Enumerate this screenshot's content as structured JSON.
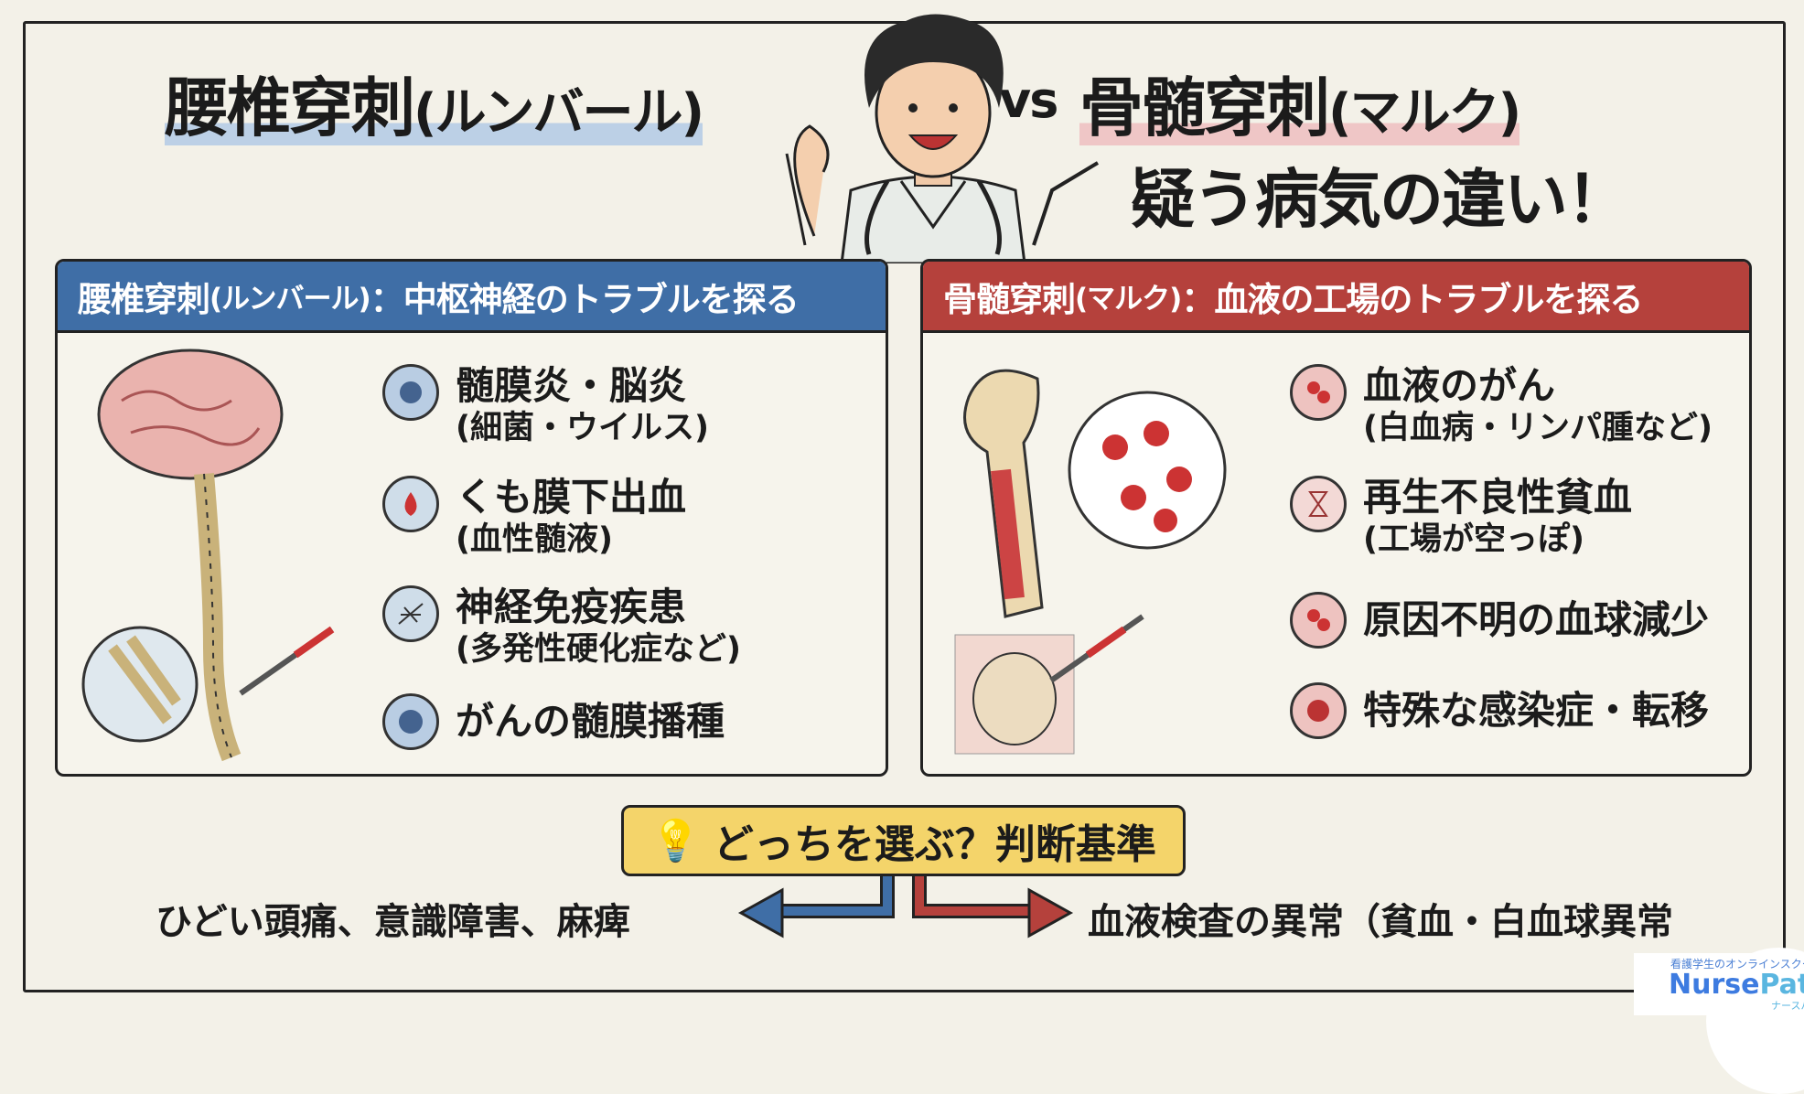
{
  "title": {
    "left": "腰椎穿刺",
    "left_paren": "(ルンバール)",
    "vs": "vs",
    "right": "骨髄穿刺",
    "right_paren": "(マルク)",
    "subtitle": "疑う病気の違い！"
  },
  "left_panel": {
    "header_main": "腰椎穿刺",
    "header_paren": "(ルンバール)",
    "header_rest": "：中枢神経のトラブルを探る",
    "color": "#3f6ea6",
    "items": [
      {
        "icon": "bacteria-icon",
        "main": "髄膜炎・脳炎",
        "sub": "(細菌・ウイルス)"
      },
      {
        "icon": "blood-drop-icon",
        "main": "くも膜下出血",
        "sub": "(血性髄液)"
      },
      {
        "icon": "nerve-icon",
        "main": "神経免疫疾患",
        "sub": "(多発性硬化症など)"
      },
      {
        "icon": "cancer-cell-icon",
        "main": "がんの髄膜播種",
        "sub": ""
      }
    ]
  },
  "right_panel": {
    "header_main": "骨髄穿刺",
    "header_paren": "(マルク)",
    "header_rest": "：血液の工場のトラブルを探る",
    "color": "#b5413c",
    "items": [
      {
        "icon": "blood-cells-icon",
        "main": "血液のがん",
        "sub": "(白血病・リンパ腫など)"
      },
      {
        "icon": "hourglass-icon",
        "main": "再生不良性貧血",
        "sub": "(工場が空っぽ)"
      },
      {
        "icon": "blood-cells-icon",
        "main": "原因不明の血球減少",
        "sub": ""
      },
      {
        "icon": "virus-icon",
        "main": "特殊な感染症・転移",
        "sub": ""
      }
    ]
  },
  "criteria": {
    "label": "どっちを選ぶ？判断基準",
    "left": "ひどい頭痛、意識障害、麻痺",
    "right": "血液検査の異常（貧血・白血球異常"
  },
  "logo": {
    "tagline": "看護学生のオンラインスクール",
    "name_a": "Nurse",
    "name_b": "Path",
    "kana": "ナースパス"
  }
}
